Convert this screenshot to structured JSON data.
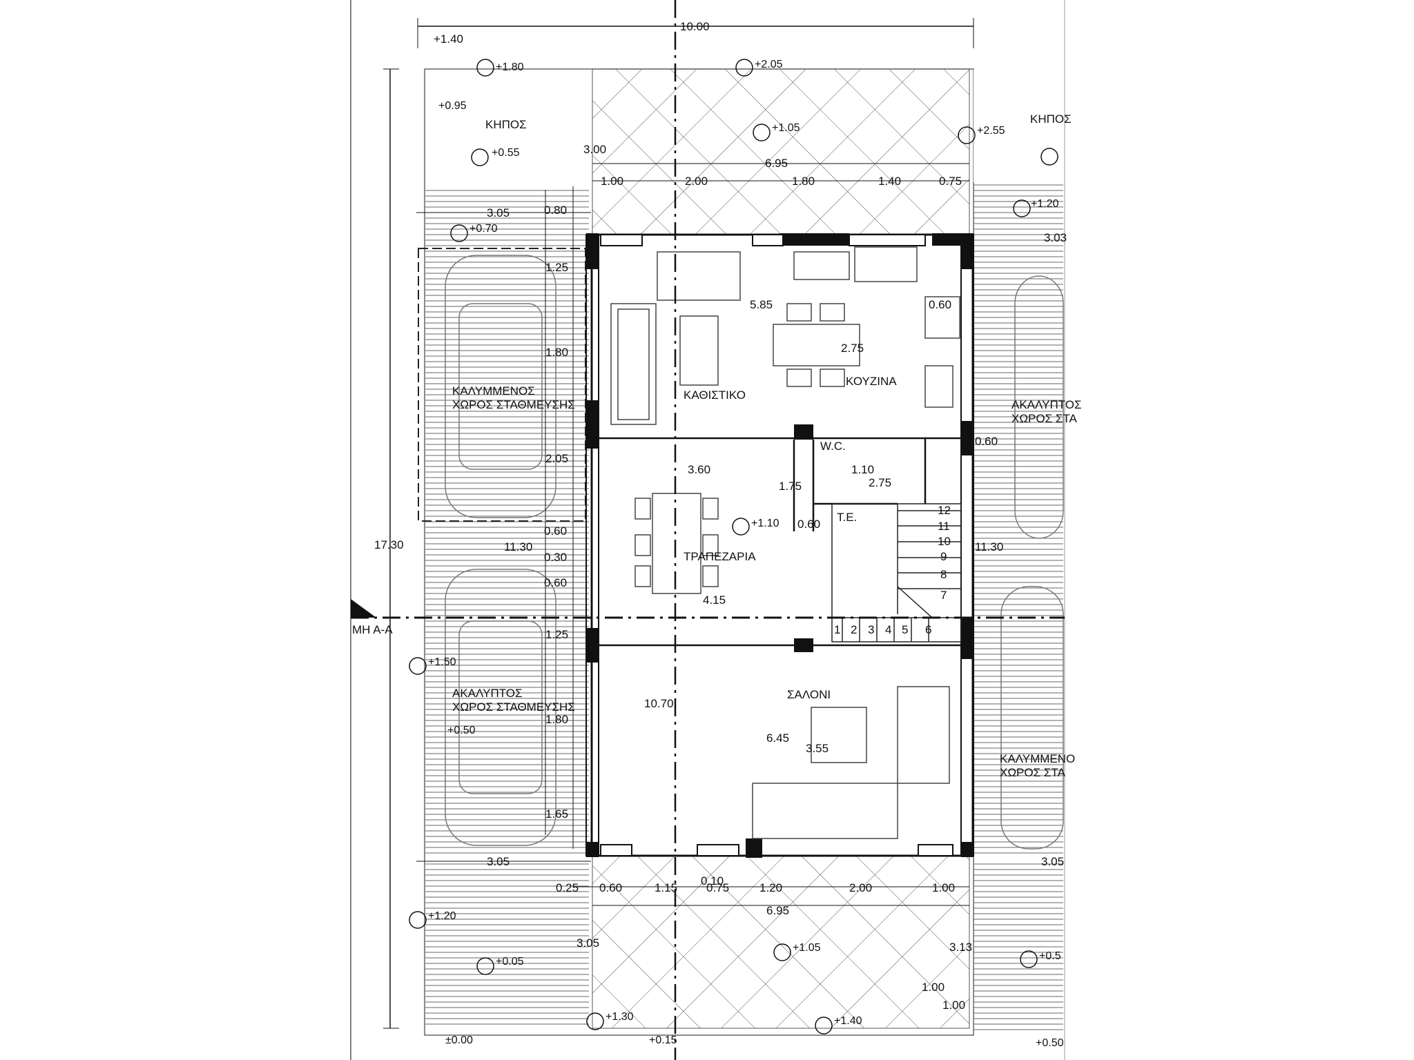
{
  "rooms": {
    "garden_left": "ΚΗΠΟΣ",
    "garden_right": "ΚΗΠΟΣ",
    "covered_parking_l1": "ΚΑΛΥΜΜΕΝΟΣ",
    "covered_parking_l2": "ΧΩΡΟΣ ΣΤΑΘΜΕΥΣΗΣ",
    "open_parking_l1": "ΑΚΑΛΥΠΤΟΣ",
    "open_parking_l2": "ΧΩΡΟΣ ΣΤΑΘΜΕΥΣΗΣ",
    "living": "ΚΑΘΙΣΤΙΚΟ",
    "kitchen": "ΚΟΥΖΙΝΑ",
    "wc": "W.C.",
    "te": "T.E.",
    "dining": "ΤΡΑΠΕΖΑΡΙΑ",
    "salon": "ΣΑΛΟΝΙ",
    "right_open_l1": "ΑΚΑΛΥΠΤΟΣ",
    "right_open_l2": "ΧΩΡΟΣ ΣΤΑ",
    "right_covered_l1": "ΚΑΛΥΜΜΕΝΟ",
    "right_covered_l2": "ΧΩΡΟΣ ΣΤΑ",
    "section": "ΜΗ Α-Α"
  },
  "dimensions": {
    "total_width": "10.00",
    "top_offset": "+1.40",
    "overall_height": "17.30",
    "terrace_depth_top": "3.00",
    "terrace_width_top": "6.95",
    "seg_100": "1.00",
    "seg_200": "2.00",
    "seg_180": "1.80",
    "seg_140": "1.40",
    "seg_075": "0.75",
    "park_width_top": "3.05",
    "park_080": "0.80",
    "park_125a": "1.25",
    "park_180a": "1.80",
    "park_205": "2.05",
    "park_060a": "0.60",
    "park_030": "0.30",
    "park_060b": "0.60",
    "park_125b": "1.25",
    "park_180b": "1.80",
    "park_165": "1.65",
    "park_width_bottom": "3.05",
    "mid_1130_left": "11.30",
    "mid_1130_right": "11.30",
    "kitchen_585": "5.85",
    "kitchen_275": "2.75",
    "kitchen_060": "0.60",
    "dining_360": "3.60",
    "dining_415": "4.15",
    "wc_110": "1.10",
    "wc_275": "2.75",
    "wc_175": "1.75",
    "wc_060": "0.60",
    "right_060": "0.60",
    "salon_1070": "10.70",
    "salon_645": "6.45",
    "salon_355": "3.55",
    "bot_025": "0.25",
    "bot_060": "0.60",
    "bot_115": "1.15",
    "bot_010": "0.10",
    "bot_075": "0.75",
    "bot_120": "1.20",
    "bot_200": "2.00",
    "bot_100": "1.00",
    "bot_terrace_width": "6.95",
    "bot_305": "3.05",
    "bot_313": "3.13",
    "gate_100a": "1.00",
    "gate_100b": "1.00",
    "right_303": "3.03",
    "right_305": "3.05"
  },
  "levels": {
    "l_180": "+1.80",
    "l_205": "+2.05",
    "l_095": "+0.95",
    "l_055": "+0.55",
    "l_105_top": "+1.05",
    "l_255": "+2.55",
    "l_070": "+0.70",
    "l_120_right": "+1.20",
    "l_110": "+1.10",
    "l_150": "+1.50",
    "l_050": "+0.50",
    "l_120_left": "+1.20",
    "l_005": "+0.05",
    "l_105_bot": "+1.05",
    "l_130": "+1.30",
    "l_140": "+1.40",
    "l_000": "±0.00",
    "l_015": "+0.15",
    "l_050_right": "+0.50",
    "l_05_right": "+0.5"
  },
  "stairs": [
    "1",
    "2",
    "3",
    "4",
    "5",
    "6",
    "7",
    "8",
    "9",
    "10",
    "11",
    "12"
  ]
}
